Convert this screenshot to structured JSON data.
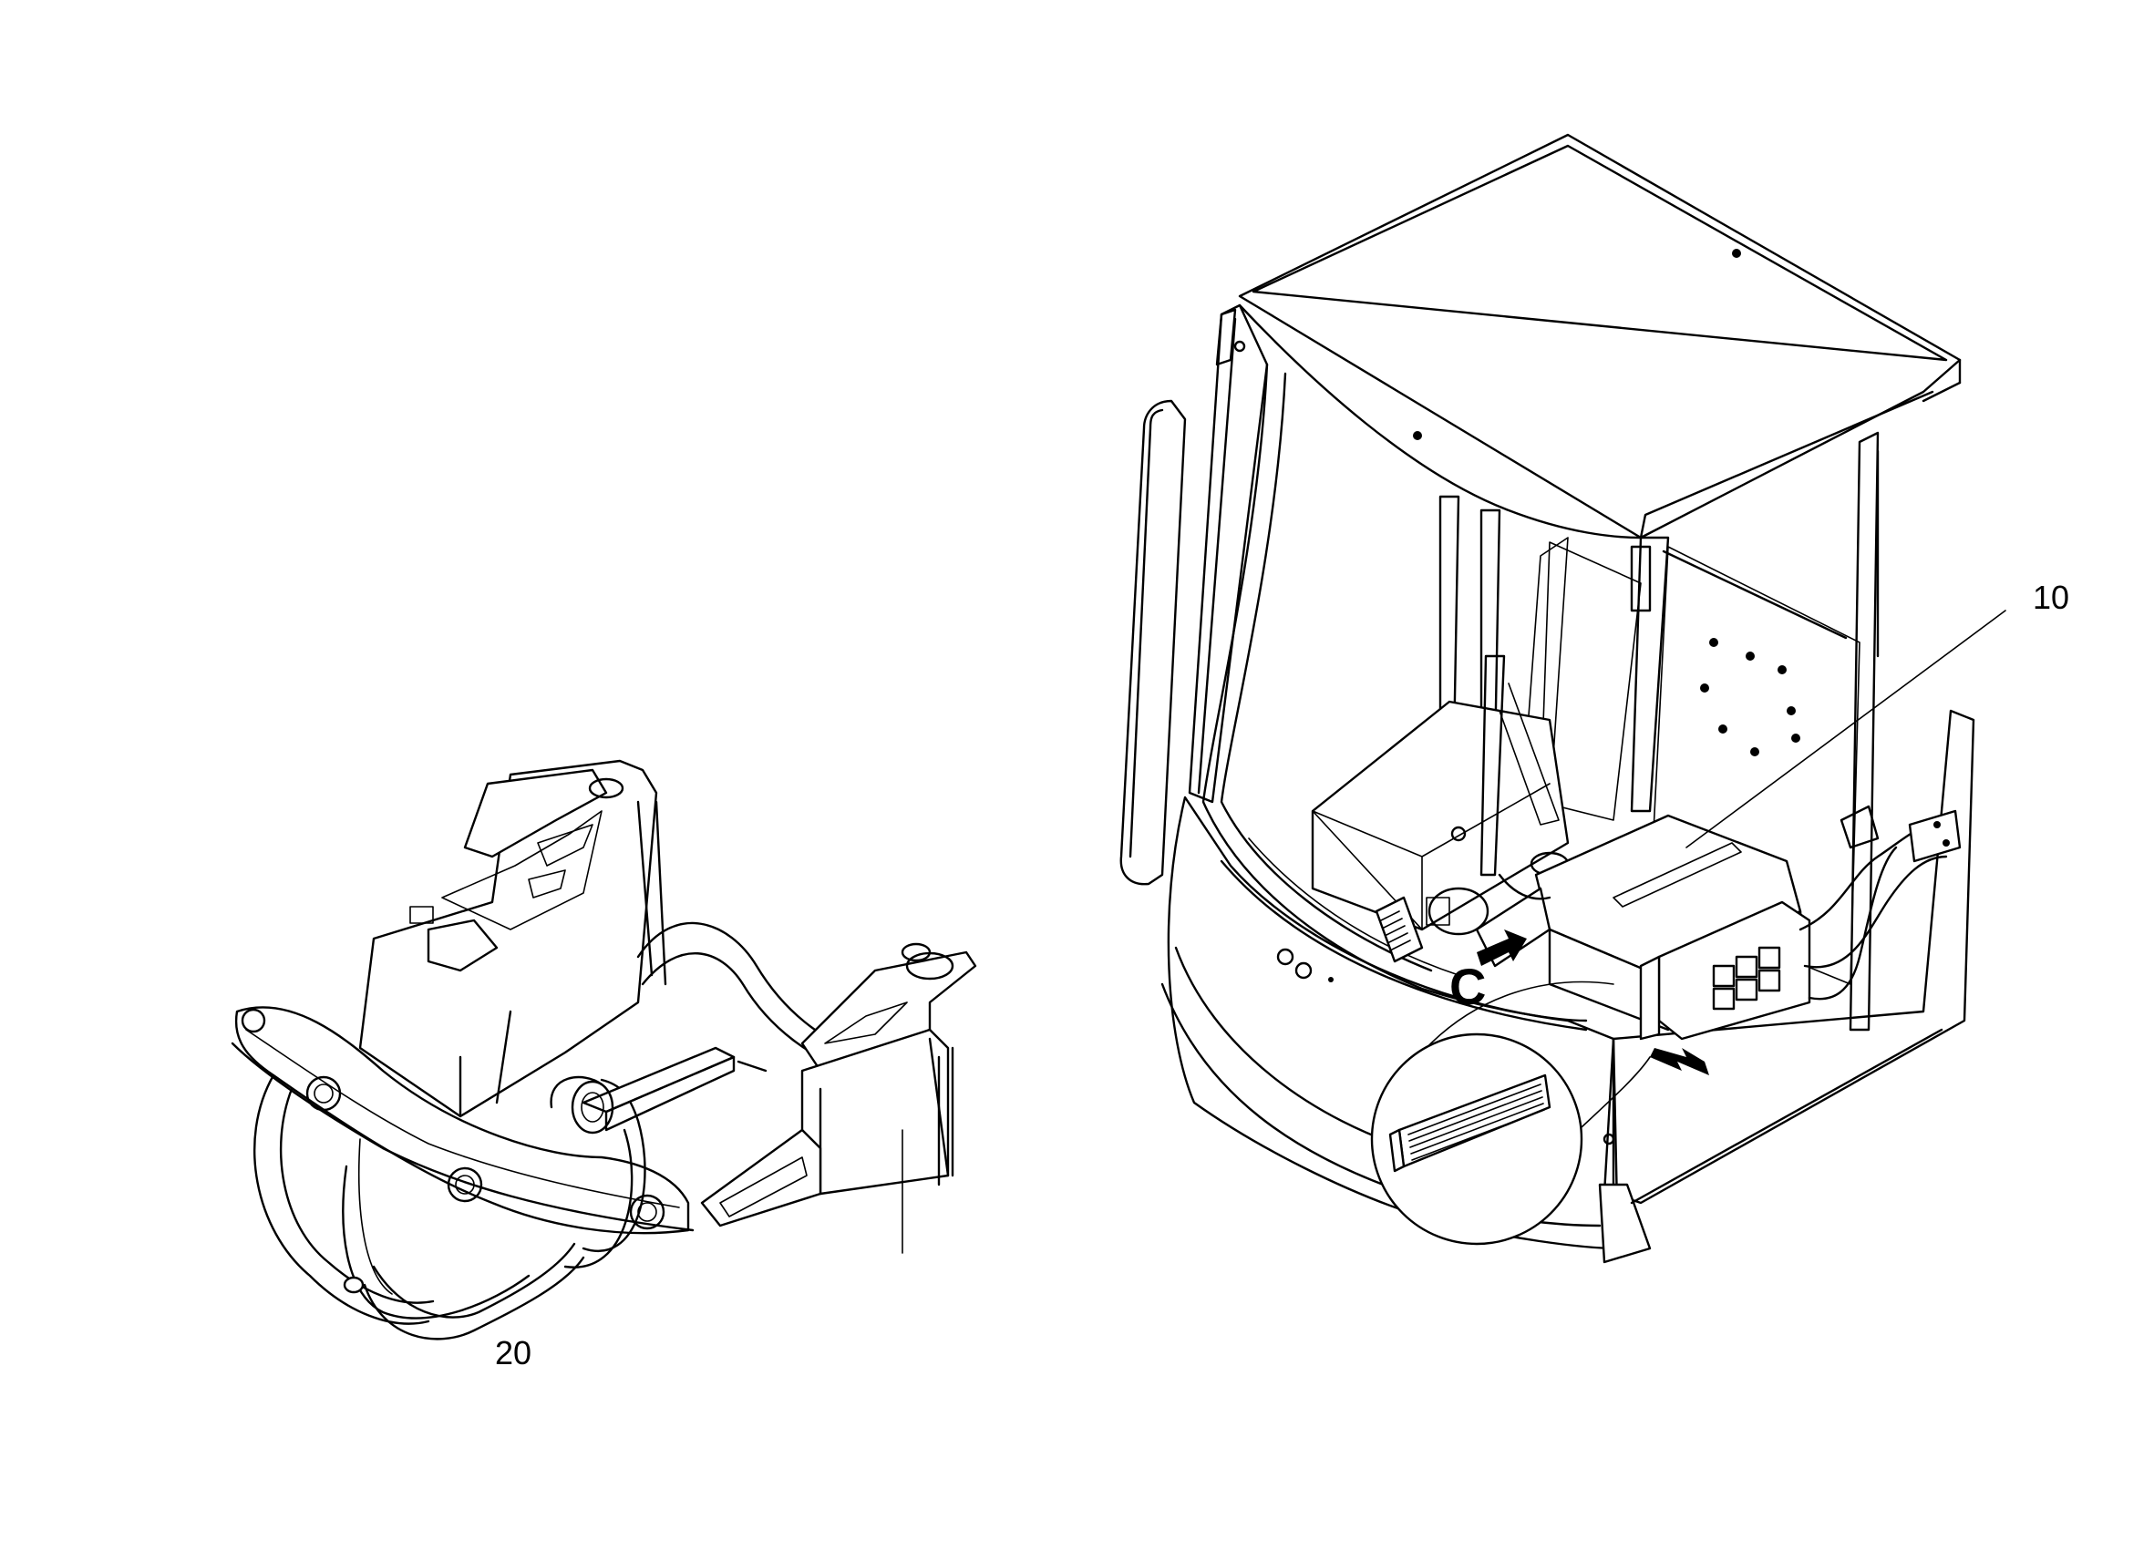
{
  "callouts": {
    "callout_10": "10",
    "callout_20": "20"
  },
  "view_marker": {
    "letter": "C"
  },
  "colors": {
    "line": "#000000",
    "background": "#ffffff"
  }
}
